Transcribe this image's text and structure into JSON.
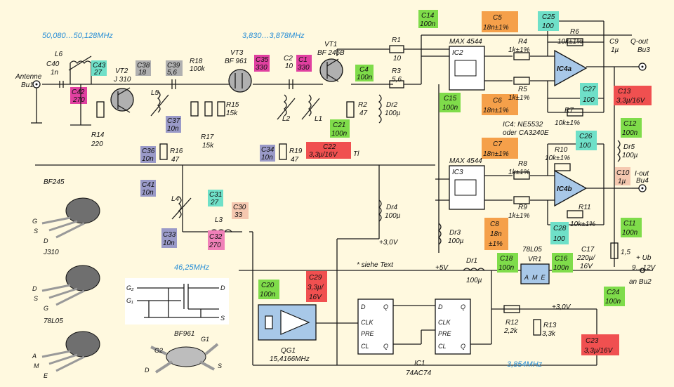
{
  "freqs": {
    "f_ant": "50,080…50,128MHz",
    "f_if": "3,830…3,878MHz",
    "f_osc": "46,25MHz",
    "f_clk": "3,854MHz"
  },
  "colors": {
    "wire": "#1a1a1a",
    "green": "#7fdc4a",
    "orange": "#f5a04a",
    "teal": "#6fe0c8",
    "magenta": "#e040a0",
    "pink": "#f080b8",
    "red": "#f05050",
    "slate": "#9a9ac8",
    "gray": "#b0b0b0",
    "peach": "#f5c8b0",
    "ic_fill": "#a8c8e8",
    "freq_text": "#2a8fd6"
  },
  "components": {
    "antenne": "Antenne",
    "bu1": "Bu1",
    "l6": "L6",
    "c40": "C40",
    "c40v": "1n",
    "c43": "C43",
    "c43v": "27",
    "c42": "C42",
    "c42v": "270",
    "vt2": "VT2",
    "vt2t": "J 310",
    "r14": "R14",
    "r14v": "220",
    "c38": "C38",
    "c38v": "18",
    "c39": "C39",
    "c39v": "5,6",
    "l5": "L5",
    "c37": "C37",
    "c37v": "10n",
    "c36": "C36",
    "c36v": "10n",
    "r16": "R16",
    "r16v": "47",
    "c41": "C41",
    "c41v": "10n",
    "r18": "R18",
    "r18v": "100k",
    "r17": "R17",
    "r17v": "15k",
    "vt3": "VT3",
    "vt3t": "BF 961",
    "r15": "R15",
    "r15v": "15k",
    "c35": "C35",
    "c35v": "330",
    "c2": "C2",
    "c2v": "10",
    "c1": "C1",
    "c1v": "330",
    "l2": "L2",
    "l1": "L1",
    "c34": "C34",
    "c34v": "10n",
    "r19": "R19",
    "r19v": "47",
    "vt1": "VT1",
    "vt1t": "BF 245B",
    "c4": "C4",
    "c4v": "100n",
    "r1": "R1",
    "r1v": "10",
    "r3": "R3",
    "r3v": "5,6",
    "c14": "C14",
    "c14v": "100n",
    "r2": "R2",
    "r2v": "47",
    "dr2": "Dr2",
    "dr2v": "100µ",
    "c21": "C21",
    "c21v": "100n",
    "c22": "C22",
    "c22v": "3,3µ/16V",
    "c22t": "Tl",
    "dr4": "Dr4",
    "dr4v": "100µ",
    "l4": "L4",
    "c31": "C31",
    "c31v": "27",
    "l3": "L3",
    "c30": "C30",
    "c30v": "33",
    "c33": "C33",
    "c33v": "10n",
    "c32": "C32",
    "c32v": "270",
    "ic2": "IC2",
    "ic2t": "MAX 4544",
    "ic3": "IC3",
    "ic3t": "MAX 4544",
    "c15": "C15",
    "c15v": "100n",
    "c5": "C5",
    "c5v": "18n±1%",
    "c6": "C6",
    "c6v": "18n±1%",
    "c7": "C7",
    "c7v": "18n±1%",
    "c8": "C8",
    "c8v1": "18n",
    "c8v2": "±1%",
    "r4": "R4",
    "r4v": "1k±1%",
    "r5": "R5",
    "r5v": "1k±1%",
    "r8": "R8",
    "r8v": "1k±1%",
    "r9": "R9",
    "r9v": "1k±1%",
    "c25": "C25",
    "c25v": "100",
    "r6": "R6",
    "r6v": "10k±1%",
    "ic4a": "IC4a",
    "c27": "C27",
    "c27v": "100",
    "r7": "R7",
    "r7v": "10k±1%",
    "ic4_note1": "IC4: NE5532",
    "ic4_note2": "oder CA3240E",
    "c26": "C26",
    "c26v": "100",
    "r10": "R10",
    "r10v": "10k±1%",
    "ic4b": "IC4b",
    "r11": "R11",
    "r11v": "10k±1%",
    "c28": "C28",
    "c28v": "100",
    "c9": "C9",
    "c9v": "1µ",
    "qout": "Q-out",
    "bu3": "Bu3",
    "c13": "C13",
    "c13v": "3,3µ/16V",
    "c12": "C12",
    "c12v": "100n",
    "dr5": "Dr5",
    "dr5v": "100µ",
    "c10": "C10",
    "c10v": "1µ",
    "iout": "I-out",
    "bu4": "Bu4",
    "c11": "C11",
    "c11v": "100n",
    "r_15": "1,5",
    "ub": "+ Ub",
    "ubv": "9…12V",
    "bu2": "an Bu2",
    "vr1": "VR1",
    "vr1t": "78L05",
    "c17": "C17",
    "c17v1": "220µ/",
    "c17v2": "16V",
    "c16": "C16",
    "c16v": "100n",
    "c18": "C18",
    "c18v": "100n",
    "dr1": "Dr1",
    "dr1v": "100µ",
    "dr3": "Dr3",
    "dr3v": "100µ",
    "v3": "+3,0V",
    "v3b": "+3,0V",
    "v5": "+5V",
    "siehe": "* siehe Text",
    "c20": "C20",
    "c20v": "100n",
    "c29": "C29",
    "c29v1": "3,3µ/",
    "c29v2": "16V",
    "qg1": "QG1",
    "qg1v": "15,4166MHz",
    "ic1": "IC1",
    "ic1t": "74AC74",
    "r12": "R12",
    "r12v": "2,2k",
    "r13": "R13",
    "r13v": "3,3k",
    "c24": "C24",
    "c24v": "100n",
    "c23": "C23",
    "c23v": "3,3µ/16V",
    "bf245": "BF245",
    "j310": "J310",
    "l78": "78L05",
    "bf961": "BF961"
  }
}
